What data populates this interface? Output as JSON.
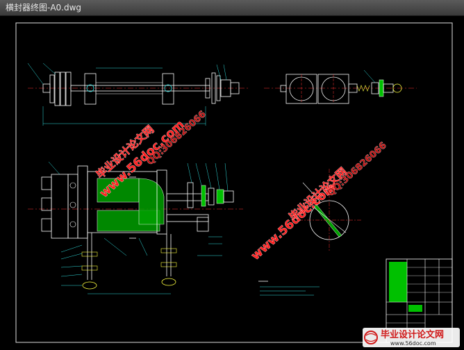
{
  "window": {
    "title": "横封器终图-A0.dwg"
  },
  "watermark": {
    "site_cn": "毕业设计论文网",
    "site_url": "www.56doc.com",
    "qq": "QQ:306826066"
  },
  "corner_logo": {
    "text_cn": "毕业设计论文网",
    "url": "www.56doc.com"
  },
  "colors": {
    "drawing_bg": "#000000",
    "part_line": "#ffffff",
    "center_line": "#ff3030",
    "hatch": "#00c000",
    "accent_yellow": "#ffff40",
    "accent_cyan": "#30e0e0",
    "border": "#e0e0e0"
  }
}
